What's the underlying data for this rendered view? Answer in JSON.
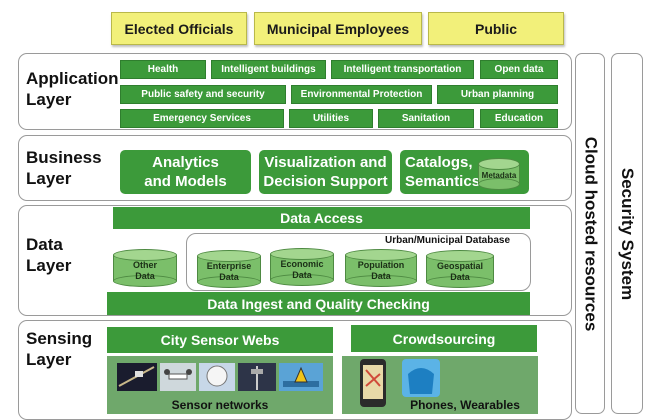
{
  "stakeholders": [
    "Elected Officials",
    "Municipal Employees",
    "Public"
  ],
  "side": {
    "cloud": "Cloud hosted resources",
    "security": "Security System"
  },
  "application_layer": {
    "title_line1": "Application",
    "title_line2": "Layer",
    "row1": [
      "Health",
      "Intelligent buildings",
      "Intelligent transportation",
      "Open data"
    ],
    "row2": [
      "Public safety and security",
      "Environmental Protection",
      "Urban planning"
    ],
    "row3": [
      "Emergency Services",
      "Utilities",
      "Sanitation",
      "Education"
    ]
  },
  "business_layer": {
    "title_line1": "Business",
    "title_line2": "Layer",
    "analytics_line1": "Analytics",
    "analytics_line2": "and Models",
    "viz_line1": "Visualization and",
    "viz_line2": "Decision Support",
    "catalogs_line1": "Catalogs,",
    "catalogs_line2": "Semantics",
    "metadata": "Metadata"
  },
  "data_layer": {
    "title_line1": "Data",
    "title_line2": "Layer",
    "access": "Data Access",
    "db_title": "Urban/Municipal Database",
    "other_line1": "Other",
    "other_line2": "Data",
    "databases": [
      {
        "line1": "Enterprise",
        "line2": "Data"
      },
      {
        "line1": "Economic",
        "line2": "Data"
      },
      {
        "line1": "Population",
        "line2": "Data"
      },
      {
        "line1": "Geospatial",
        "line2": "Data"
      }
    ],
    "ingest": "Data Ingest and Quality Checking"
  },
  "sensing_layer": {
    "title_line1": "Sensing",
    "title_line2": "Layer",
    "city_sensor": "City Sensor Webs",
    "crowdsourcing": "Crowdsourcing",
    "sensor_networks": "Sensor networks",
    "phones": "Phones, Wearables"
  },
  "colors": {
    "green": "#3c9a3a",
    "yellow": "#f2f07a",
    "cylinder": "#7bbf6a",
    "image_panel": "#6fa86b"
  }
}
